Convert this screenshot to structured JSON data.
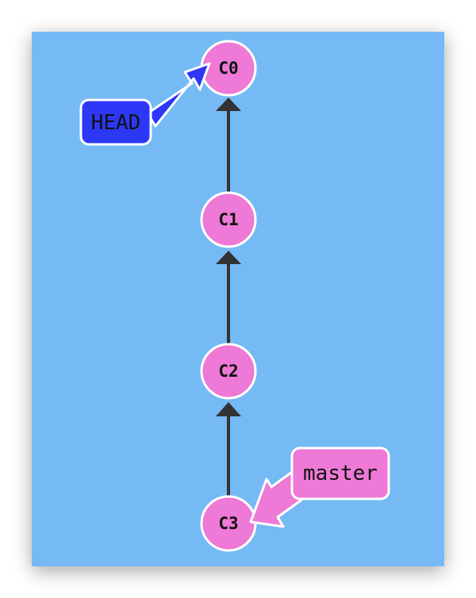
{
  "diagram": {
    "commits": [
      {
        "id": "C0",
        "label": "C0"
      },
      {
        "id": "C1",
        "label": "C1"
      },
      {
        "id": "C2",
        "label": "C2"
      },
      {
        "id": "C3",
        "label": "C3"
      }
    ],
    "edges": [
      {
        "from": "C1",
        "to": "C0"
      },
      {
        "from": "C2",
        "to": "C1"
      },
      {
        "from": "C3",
        "to": "C2"
      }
    ],
    "refs": [
      {
        "name": "HEAD",
        "label": "HEAD",
        "points_to": "C0",
        "color": "#2c38f5"
      },
      {
        "name": "master",
        "label": "master",
        "points_to": "C3",
        "color": "#ee79d6"
      }
    ]
  },
  "colors": {
    "canvas_background": "#75baf5",
    "commit_fill": "#ee79d6",
    "commit_stroke": "#ffffff",
    "edge": "#333333",
    "ref_border": "#ffffff"
  }
}
